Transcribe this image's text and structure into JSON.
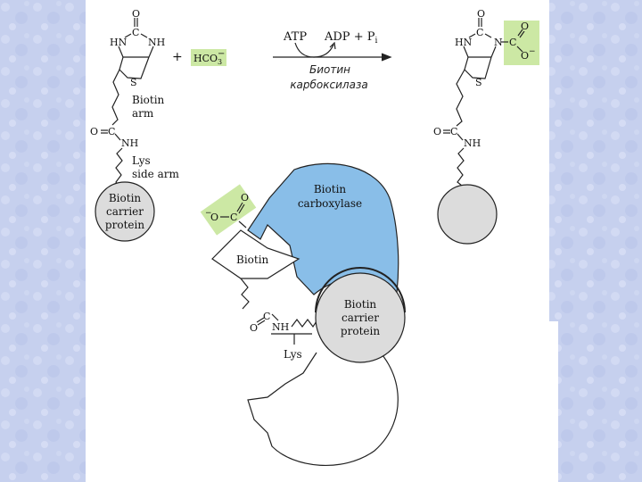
{
  "colors": {
    "background": "#c9d3ef",
    "panel": "#ffffff",
    "highlight": "#cce8a4",
    "enzyme": "#89bee8",
    "protein": "#dcdcdc",
    "stroke": "#222222"
  },
  "reaction": {
    "reactant_plus": "+",
    "bicarbonate": "HCO",
    "bicarbonate_sub": "3",
    "bicarbonate_charge": "−",
    "atp": "ATP",
    "products": "ADP + P",
    "products_sub": "i",
    "enzyme_ru_line1": "Биотин",
    "enzyme_ru_line2": "карбоксилаза"
  },
  "left_structure": {
    "o_top": "O",
    "c_ring": "C",
    "hn": "HN",
    "nh": "NH",
    "s": "S",
    "biotin_arm_line1": "Biotin",
    "biotin_arm_line2": "arm",
    "o_amide": "O",
    "c_amide": "C",
    "nh_amide": "NH",
    "lys_line1": "Lys",
    "lys_line2": "side arm",
    "protein_line1": "Biotin",
    "protein_line2": "carrier",
    "protein_line3": "protein"
  },
  "right_structure": {
    "o_top": "O",
    "c_ring": "C",
    "hn": "HN",
    "n": "N",
    "c_carboxyl": "C",
    "o_carboxyl": "O",
    "o_minus": "O",
    "charge": "−",
    "s": "S",
    "o_amide": "O",
    "c_amide": "C",
    "nh_amide": "NH"
  },
  "complex": {
    "carboxyl_o": "O",
    "carboxyl_c": "C",
    "carboxyl_minus": "O",
    "charge": "−",
    "enzyme_line1": "Biotin",
    "enzyme_line2": "carboxylase",
    "biotin_label": "Biotin",
    "o_amide": "O",
    "c_amide": "C",
    "nh_amide": "NH",
    "lys_label": "Lys",
    "protein_line1": "Biotin",
    "protein_line2": "carrier",
    "protein_line3": "protein"
  }
}
